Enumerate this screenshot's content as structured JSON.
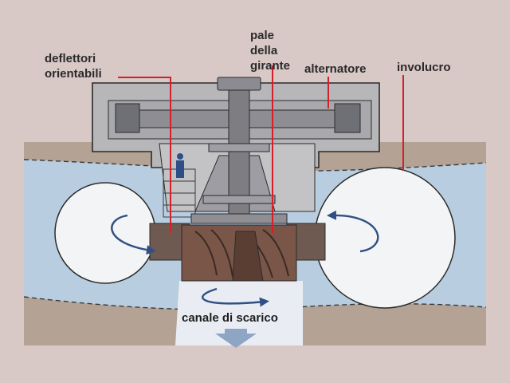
{
  "labels": {
    "deflectors_line1": "deflettori",
    "deflectors_line2": "orientabili",
    "blades_line1": "pale",
    "blades_line2": "della",
    "blades_line3": "girante",
    "alternator": "alternatore",
    "casing": "involucro",
    "discharge": "canale di scarico"
  },
  "colors": {
    "background": "#d8c8c6",
    "ground": "#b4a395",
    "water": "#b9cde0",
    "structure": "#b7b7b9",
    "dark_grey": "#7d7d82",
    "casing": "#f3f4f5",
    "runner": "#7a5648",
    "leader_line": "#d4202a",
    "arrow": "#2f4f85",
    "outline": "#2b2b2b"
  }
}
